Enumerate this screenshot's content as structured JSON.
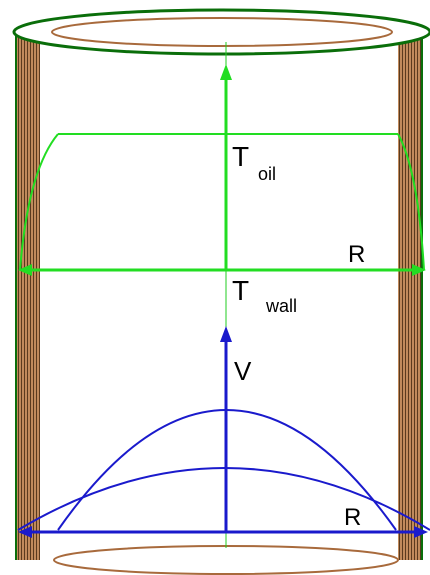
{
  "diagram": {
    "labels": {
      "t_oil_main": "T",
      "t_oil_sub": "oil",
      "t_wall_main": "T",
      "t_wall_sub": "wall",
      "r_upper": "R",
      "v_axis": "V",
      "r_lower": "R"
    },
    "colors": {
      "pipe_rim": "#0a6e0a",
      "pipe_wall": "#a86a3c",
      "pipe_wall_dark": "#5a3a1e",
      "temperature": "#22dd22",
      "velocity": "#1a1acc",
      "centerline": "#22cc22"
    }
  }
}
